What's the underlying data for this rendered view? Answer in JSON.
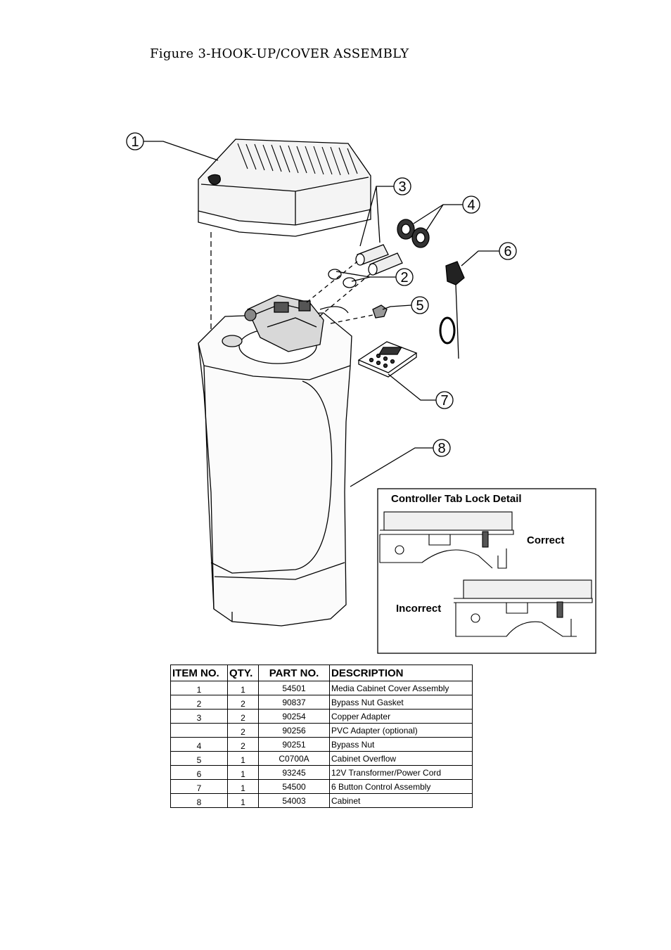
{
  "figure_title": "Figure 3-HOOK-UP/COVER ASSEMBLY",
  "callouts": [
    "1",
    "2",
    "3",
    "4",
    "5",
    "6",
    "7",
    "8"
  ],
  "detail": {
    "title": "Controller Tab Lock Detail",
    "correct_label": "Correct",
    "incorrect_label": "Incorrect"
  },
  "table": {
    "headers": {
      "item": "ITEM NO.",
      "qty": "QTY.",
      "part": "PART NO.",
      "desc": "DESCRIPTION"
    },
    "rows": [
      {
        "item": "1",
        "qty": "1",
        "part": "54501",
        "desc": "Media Cabinet Cover Assembly"
      },
      {
        "item": "2",
        "qty": "2",
        "part": "90837",
        "desc": "Bypass Nut Gasket"
      },
      {
        "item": "3",
        "qty": "2",
        "part": "90254",
        "desc": "Copper Adapter"
      },
      {
        "item": "",
        "qty": "2",
        "part": "90256",
        "desc": "PVC Adapter (optional)"
      },
      {
        "item": "4",
        "qty": "2",
        "part": "90251",
        "desc": "Bypass Nut"
      },
      {
        "item": "5",
        "qty": "1",
        "part": "C0700A",
        "desc": "Cabinet Overflow"
      },
      {
        "item": "6",
        "qty": "1",
        "part": "93245",
        "desc": "12V Transformer/Power Cord"
      },
      {
        "item": "7",
        "qty": "1",
        "part": "54500",
        "desc": "6 Button Control Assembly"
      },
      {
        "item": "8",
        "qty": "1",
        "part": "54003",
        "desc": "Cabinet"
      }
    ]
  }
}
